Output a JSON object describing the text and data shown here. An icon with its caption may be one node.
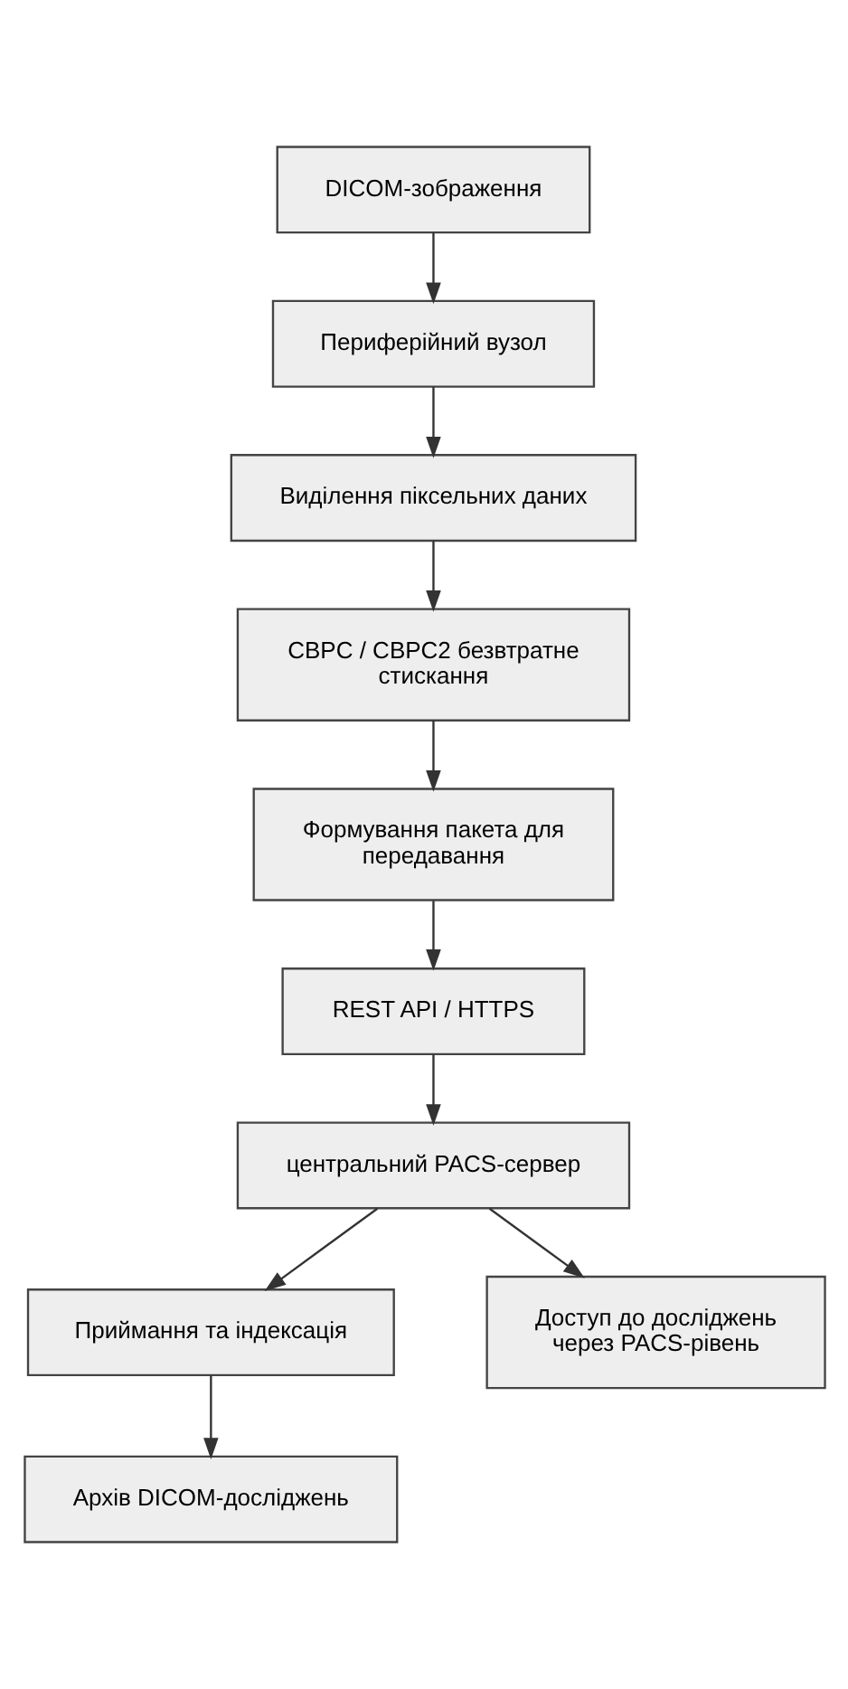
{
  "diagram": {
    "nodes": [
      {
        "text": [
          "DICOM-зображення"
        ]
      },
      {
        "text": [
          "Периферійний вузол"
        ]
      },
      {
        "text": [
          "Виділення піксельних даних"
        ]
      },
      {
        "text": [
          "CBPC / CBPC2 безвтратне стискання"
        ]
      },
      {
        "text": [
          "Формування пакета для передавання"
        ]
      },
      {
        "text": [
          "REST API / HTTPS"
        ]
      },
      {
        "text": [
          "центральний PACS-сервер"
        ]
      },
      {
        "text": [
          "Приймання та індексація"
        ]
      },
      {
        "text": [
          "Доступ до досліджень через PACS-рівень"
        ]
      },
      {
        "text": [
          "Архів DICOM-досліджень"
        ]
      }
    ],
    "edges": [
      {
        "from": 0,
        "to": 1,
        "arrow": "to"
      },
      {
        "from": 1,
        "to": 2,
        "arrow": "to"
      },
      {
        "from": 2,
        "to": 3,
        "arrow": "to"
      },
      {
        "from": 3,
        "to": 4,
        "arrow": "to"
      },
      {
        "from": 4,
        "to": 5,
        "arrow": "to"
      },
      {
        "from": 5,
        "to": 6,
        "arrow": "to"
      },
      {
        "from": 6,
        "to": 7,
        "arrow": "to"
      },
      {
        "from": 6,
        "to": 8,
        "arrow": "to"
      },
      {
        "from": 7,
        "to": 9,
        "arrow": "to"
      }
    ]
  }
}
